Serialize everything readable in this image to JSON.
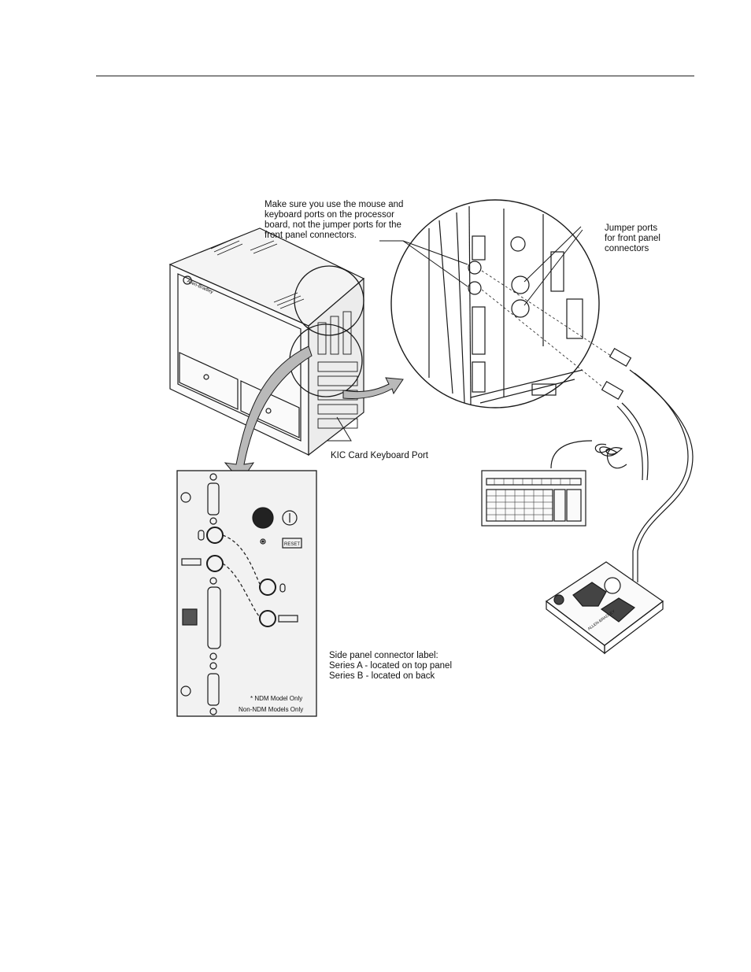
{
  "callouts": {
    "mouse_keyboard_note": [
      "Make sure you use the mouse and",
      "keyboard ports on the processor",
      "board, not the jumper ports for the",
      "front panel connectors."
    ],
    "jumper_ports": [
      "Jumper ports",
      "for front panel",
      "connectors"
    ],
    "kic_port": "KIC Card Keyboard Port",
    "side_panel_label": [
      "Side panel connector label:",
      "Series A -  located on top panel",
      "Series B -  located on back"
    ]
  },
  "side_panel": {
    "reset_label": "RESET",
    "ndm_note": "* NDM Model Only",
    "non_ndm_note": "Non-NDM Models Only"
  },
  "computer": {
    "brand_label": "Allen-Bradley"
  },
  "trackball": {
    "brand_label": "ALLEN-BRADLEY"
  },
  "colors": {
    "line": "#1a1a1a",
    "arrow_fill": "#b9b9b9",
    "panel_fill": "#f2f2f2"
  }
}
